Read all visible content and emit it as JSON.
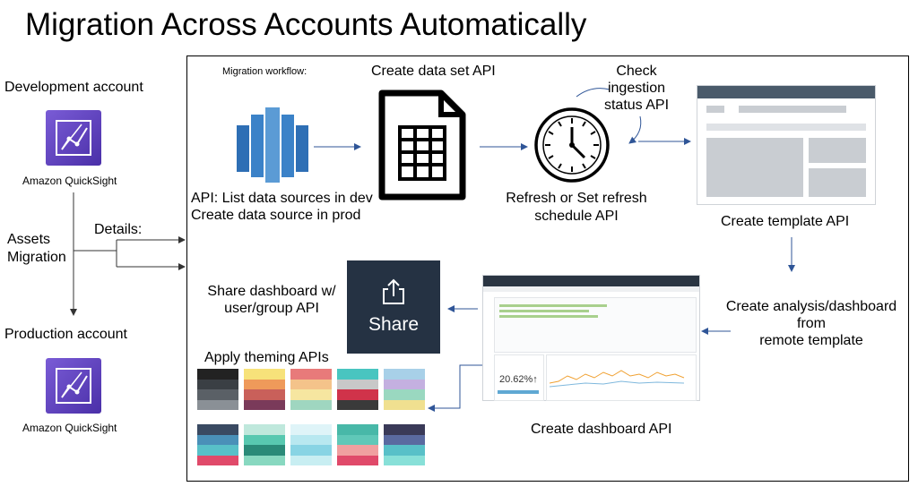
{
  "title": "Migration Across Accounts Automatically",
  "left": {
    "dev_account": "Development account",
    "prod_account": "Production account",
    "qs_label": "Amazon QuickSight",
    "assets_line1": "Assets",
    "assets_line2": "Migration",
    "details": "Details:"
  },
  "workflow": {
    "heading": "Migration workflow:",
    "datasource_line1": "API: List data sources in dev",
    "datasource_line2": "Create data source in prod",
    "dataset": "Create data set API",
    "check_line1": "Check",
    "check_line2": "ingestion",
    "check_line3": "status API",
    "refresh_line1": "Refresh or Set refresh",
    "refresh_line2": "schedule API",
    "template": "Create template API",
    "analysis_line1": "Create analysis/dashboard",
    "analysis_line2": "from",
    "analysis_line3": "remote template",
    "dashboard": "Create dashboard API",
    "share_line1": "Share dashboard w/",
    "share_line2": "user/group API",
    "share_button": "Share",
    "theming": "Apply theming APIs",
    "kpi_value": "20.62%↑"
  },
  "colors": {
    "aws_blue": "#2e6fb5",
    "qs_purple": "#5a3fbf",
    "share_bg": "#253243",
    "arrow": "#2f5597"
  },
  "icons": [
    "database-icon",
    "spreadsheet-icon",
    "clock-icon",
    "share-icon",
    "quicksight-icon"
  ]
}
